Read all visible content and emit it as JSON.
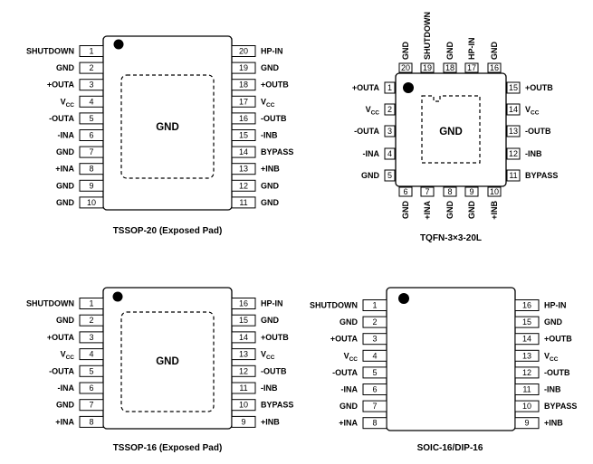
{
  "packages": {
    "tssop20": {
      "caption": "TSSOP-20 (Exposed Pad)",
      "pad_label": "GND",
      "left": [
        [
          "SHUTDOWN",
          "1"
        ],
        [
          "GND",
          "2"
        ],
        [
          "+OUTA",
          "3"
        ],
        [
          "V_CC",
          "4"
        ],
        [
          "-OUTA",
          "5"
        ],
        [
          "-INA",
          "6"
        ],
        [
          "GND",
          "7"
        ],
        [
          "+INA",
          "8"
        ],
        [
          "GND",
          "9"
        ],
        [
          "GND",
          "10"
        ]
      ],
      "right": [
        [
          "20",
          "HP-IN"
        ],
        [
          "19",
          "GND"
        ],
        [
          "18",
          "+OUTB"
        ],
        [
          "17",
          "V_CC"
        ],
        [
          "16",
          "-OUTB"
        ],
        [
          "15",
          "-INB"
        ],
        [
          "14",
          "BYPASS"
        ],
        [
          "13",
          "+INB"
        ],
        [
          "12",
          "GND"
        ],
        [
          "11",
          "GND"
        ]
      ]
    },
    "tqfn20": {
      "caption": "TQFN-3×3-20L",
      "pad_label": "GND",
      "top": [
        [
          "20",
          "GND"
        ],
        [
          "19",
          "SHUTDOWN"
        ],
        [
          "18",
          "GND"
        ],
        [
          "17",
          "HP-IN"
        ],
        [
          "16",
          "GND"
        ]
      ],
      "left": [
        [
          "+OUTA",
          "1"
        ],
        [
          "V_CC",
          "2"
        ],
        [
          "-OUTA",
          "3"
        ],
        [
          "-INA",
          "4"
        ],
        [
          "GND",
          "5"
        ]
      ],
      "right": [
        [
          "15",
          "+OUTB"
        ],
        [
          "14",
          "V_CC"
        ],
        [
          "13",
          "-OUTB"
        ],
        [
          "12",
          "-INB"
        ],
        [
          "11",
          "BYPASS"
        ]
      ],
      "bottom": [
        [
          "6",
          "GND"
        ],
        [
          "7",
          "+INA"
        ],
        [
          "8",
          "GND"
        ],
        [
          "9",
          "GND"
        ],
        [
          "10",
          "+INB"
        ]
      ]
    },
    "tssop16": {
      "caption": "TSSOP-16 (Exposed Pad)",
      "pad_label": "GND",
      "left": [
        [
          "SHUTDOWN",
          "1"
        ],
        [
          "GND",
          "2"
        ],
        [
          "+OUTA",
          "3"
        ],
        [
          "V_CC",
          "4"
        ],
        [
          "-OUTA",
          "5"
        ],
        [
          "-INA",
          "6"
        ],
        [
          "GND",
          "7"
        ],
        [
          "+INA",
          "8"
        ]
      ],
      "right": [
        [
          "16",
          "HP-IN"
        ],
        [
          "15",
          "GND"
        ],
        [
          "14",
          "+OUTB"
        ],
        [
          "13",
          "V_CC"
        ],
        [
          "12",
          "-OUTB"
        ],
        [
          "11",
          "-INB"
        ],
        [
          "10",
          "BYPASS"
        ],
        [
          "9",
          "+INB"
        ]
      ]
    },
    "soic16": {
      "caption": "SOIC-16/DIP-16",
      "left": [
        [
          "SHUTDOWN",
          "1"
        ],
        [
          "GND",
          "2"
        ],
        [
          "+OUTA",
          "3"
        ],
        [
          "V_CC",
          "4"
        ],
        [
          "-OUTA",
          "5"
        ],
        [
          "-INA",
          "6"
        ],
        [
          "GND",
          "7"
        ],
        [
          "+INA",
          "8"
        ]
      ],
      "right": [
        [
          "16",
          "HP-IN"
        ],
        [
          "15",
          "GND"
        ],
        [
          "14",
          "+OUTB"
        ],
        [
          "13",
          "V_CC"
        ],
        [
          "12",
          "-OUTB"
        ],
        [
          "11",
          "-INB"
        ],
        [
          "10",
          "BYPASS"
        ],
        [
          "9",
          "+INB"
        ]
      ]
    }
  }
}
